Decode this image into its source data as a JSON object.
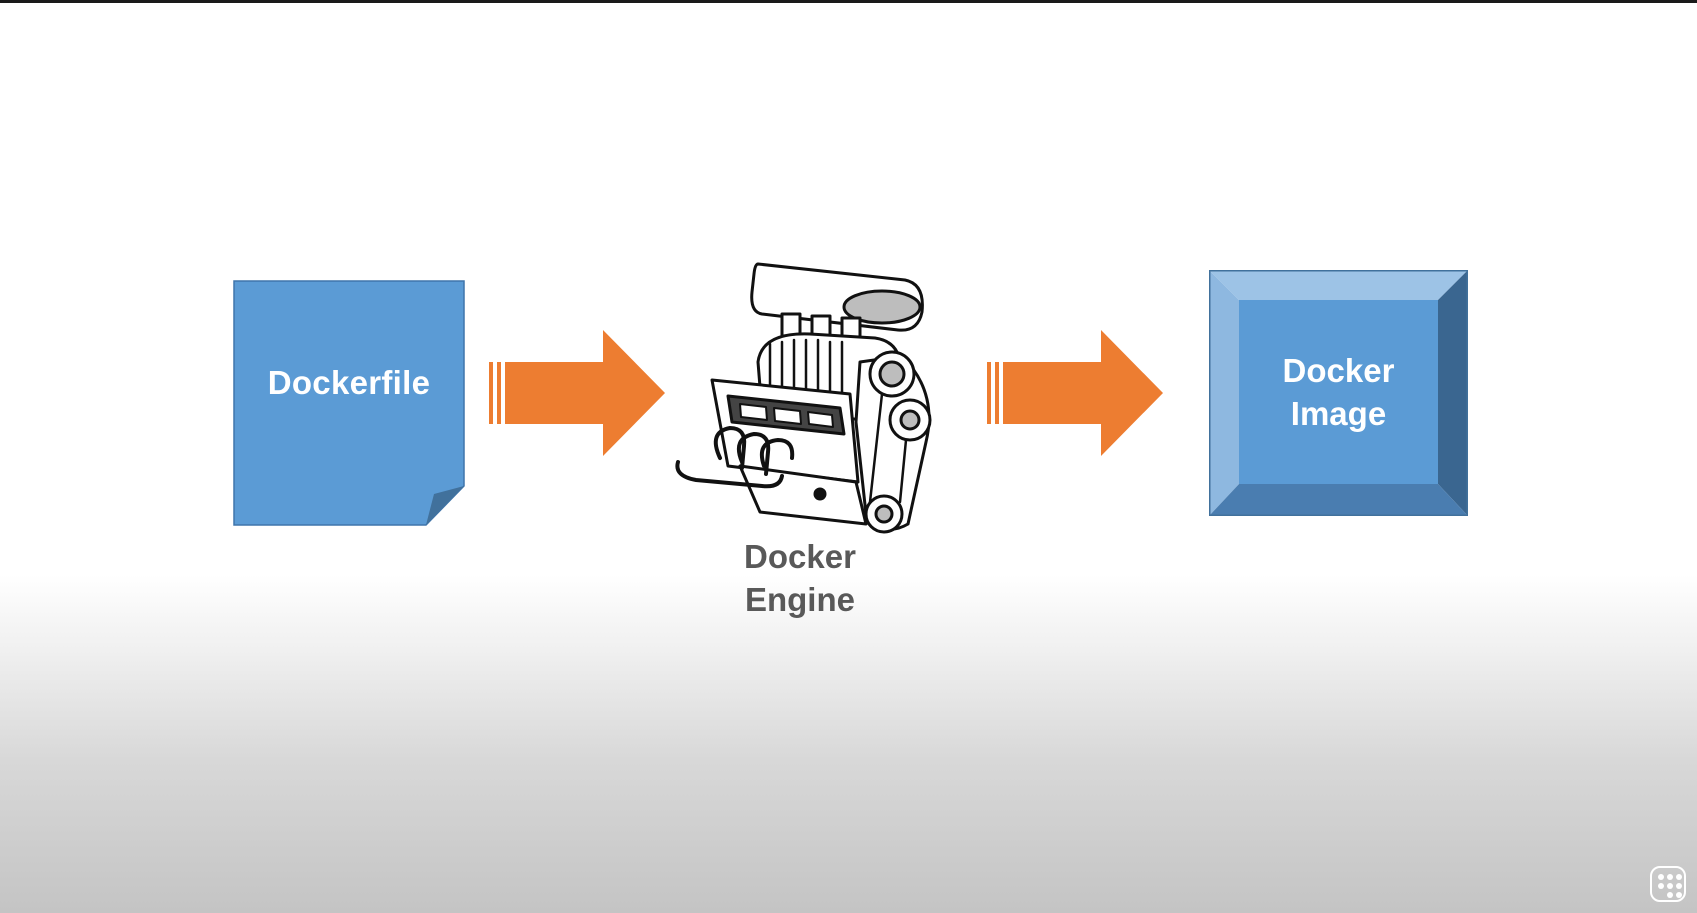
{
  "diagram": {
    "source": {
      "label": "Dockerfile"
    },
    "engine": {
      "label_line1": "Docker",
      "label_line2": "Engine"
    },
    "target": {
      "label_line1": "Docker",
      "label_line2": "Image"
    }
  },
  "colors": {
    "box_blue": "#5b9bd5",
    "arrow_orange": "#ed7d31",
    "label_gray": "#595959"
  },
  "icons": {
    "engine": "car-engine-icon",
    "player": "video-player-logo-icon"
  }
}
